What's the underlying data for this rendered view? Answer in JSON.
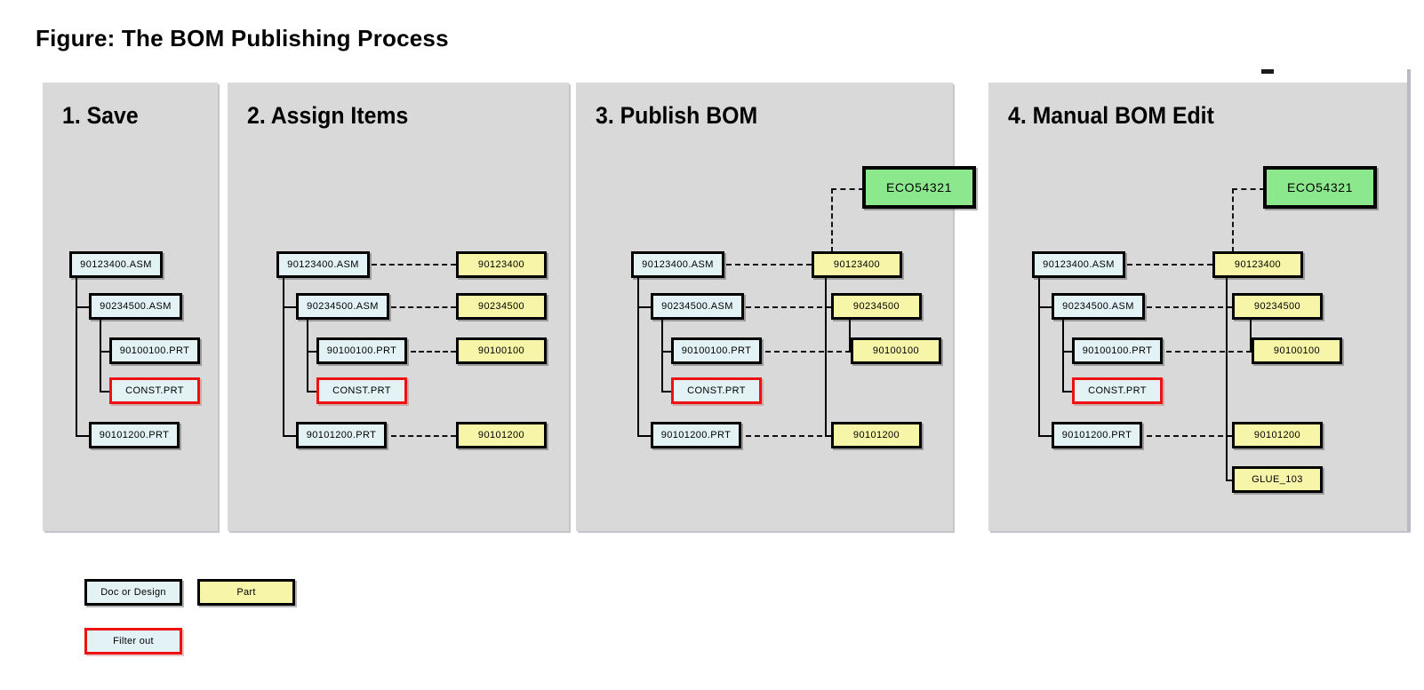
{
  "figure": {
    "title": "Figure: The BOM Publishing Process"
  },
  "colors": {
    "panel_background": "#d9d9d9",
    "doc_fill": "#e2f2f5",
    "part_fill": "#f7f6a8",
    "eco_fill": "#8ce88c",
    "filtered_border": "#ee1111",
    "node_border": "#000000",
    "page_background": "#ffffff"
  },
  "panels": [
    {
      "id": "save",
      "title": "1. Save",
      "design_tree": [
        {
          "label": "90123400.ASM",
          "level": 0,
          "type": "doc"
        },
        {
          "label": "90234500.ASM",
          "level": 1,
          "type": "doc"
        },
        {
          "label": "90100100.PRT",
          "level": 2,
          "type": "doc"
        },
        {
          "label": "CONST.PRT",
          "level": 2,
          "type": "filtered"
        },
        {
          "label": "90101200.PRT",
          "level": 1,
          "type": "doc"
        }
      ],
      "part_tree": [],
      "eco": null
    },
    {
      "id": "assign-items",
      "title": "2. Assign Items",
      "design_tree": [
        {
          "label": "90123400.ASM",
          "level": 0,
          "type": "doc"
        },
        {
          "label": "90234500.ASM",
          "level": 1,
          "type": "doc"
        },
        {
          "label": "90100100.PRT",
          "level": 2,
          "type": "doc"
        },
        {
          "label": "CONST.PRT",
          "level": 2,
          "type": "filtered"
        },
        {
          "label": "90101200.PRT",
          "level": 1,
          "type": "doc"
        }
      ],
      "part_tree": [
        {
          "label": "90123400",
          "type": "part"
        },
        {
          "label": "90234500",
          "type": "part"
        },
        {
          "label": "90100100",
          "type": "part"
        },
        {
          "label": "90101200",
          "type": "part"
        }
      ],
      "eco": null
    },
    {
      "id": "publish-bom",
      "title": "3. Publish BOM",
      "design_tree": [
        {
          "label": "90123400.ASM",
          "level": 0,
          "type": "doc"
        },
        {
          "label": "90234500.ASM",
          "level": 1,
          "type": "doc"
        },
        {
          "label": "90100100.PRT",
          "level": 2,
          "type": "doc"
        },
        {
          "label": "CONST.PRT",
          "level": 2,
          "type": "filtered"
        },
        {
          "label": "90101200.PRT",
          "level": 1,
          "type": "doc"
        }
      ],
      "part_tree": [
        {
          "label": "90123400",
          "type": "part",
          "level": 0
        },
        {
          "label": "90234500",
          "type": "part",
          "level": 1
        },
        {
          "label": "90100100",
          "type": "part",
          "level": 2
        },
        {
          "label": "90101200",
          "type": "part",
          "level": 1
        }
      ],
      "eco": {
        "label": "ECO54321"
      }
    },
    {
      "id": "manual-bom-edit",
      "title": "4. Manual BOM Edit",
      "design_tree": [
        {
          "label": "90123400.ASM",
          "level": 0,
          "type": "doc"
        },
        {
          "label": "90234500.ASM",
          "level": 1,
          "type": "doc"
        },
        {
          "label": "90100100.PRT",
          "level": 2,
          "type": "doc"
        },
        {
          "label": "CONST.PRT",
          "level": 2,
          "type": "filtered"
        },
        {
          "label": "90101200.PRT",
          "level": 1,
          "type": "doc"
        }
      ],
      "part_tree": [
        {
          "label": "90123400",
          "type": "part",
          "level": 0
        },
        {
          "label": "90234500",
          "type": "part",
          "level": 1
        },
        {
          "label": "90100100",
          "type": "part",
          "level": 2
        },
        {
          "label": "90101200",
          "type": "part",
          "level": 1
        },
        {
          "label": "GLUE_103",
          "type": "part",
          "level": 1
        }
      ],
      "eco": {
        "label": "ECO54321"
      }
    }
  ],
  "legend": [
    {
      "id": "doc-or-design",
      "label": "Doc or Design",
      "type": "doc"
    },
    {
      "id": "part",
      "label": "Part",
      "type": "part"
    },
    {
      "id": "filter-out",
      "label": "Filter out",
      "type": "filtered"
    }
  ]
}
